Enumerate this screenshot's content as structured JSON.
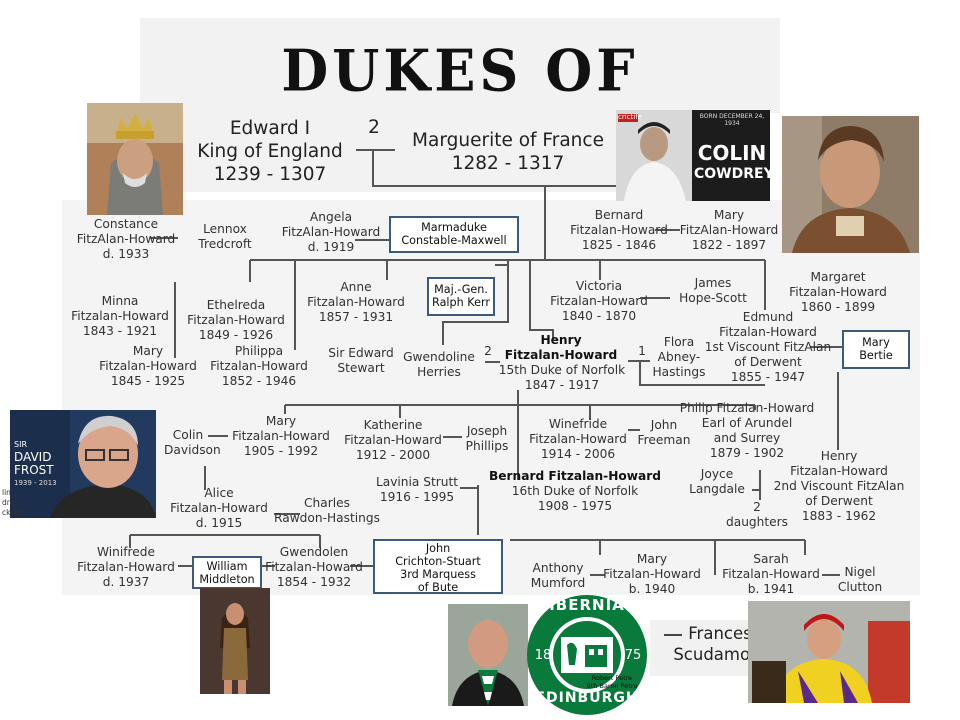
{
  "title": "DUKES OF NORFOLK",
  "edward": {
    "line1": "Edward I",
    "line2": "King of England",
    "line3": "1239 - 1307"
  },
  "marriage_num_top": "2",
  "marguerite": {
    "line1": "Marguerite of France",
    "line2": "1282 - 1317"
  },
  "people": {
    "constance": "Constance\nFitzAlan-Howard\nd. 1933",
    "lennox": "Lennox\nTredcroft",
    "angela": "Angela\nFitzAlan-Howard\nd. 1919",
    "bernard_top": "Bernard\nFitzalan-Howard\n1825 - 1846",
    "mary_1822": "Mary\nFitzAlan-Howard\n1822 - 1897",
    "minna": "Minna\nFitzalan-Howard\n1843 - 1921",
    "ethelreda": "Ethelreda\nFitzalan-Howard\n1849 - 1926",
    "anne": "Anne\nFitzalan-Howard\n1857 - 1931",
    "victoria": "Victoria\nFitzalan-Howard\n1840 - 1870",
    "james": "James\nHope-Scott",
    "margaret": "Margaret\nFitzalan-Howard\n1860 - 1899",
    "mary_1845": "Mary\nFitzalan-Howard\n1845 - 1925",
    "philippa": "Philippa\nFitzalan-Howard\n1852 - 1946",
    "edward_stewart": "Sir Edward\nStewart",
    "gwendoline": "Gwendoline\nHerries",
    "marriage_num_henry": "2",
    "henry_name": "Henry\nFitzalan-Howard",
    "henry_rest": "15th Duke of Norfolk\n1847 - 1917",
    "marriage_num_flora": "1",
    "flora": "Flora\nAbney-\nHastings",
    "edmund": "Edmund\nFitzalan-Howard\n1st Viscount FitzAlan\nof Derwent\n1855 - 1947",
    "colin_davidson": "Colin\nDavidson",
    "mary_1905": "Mary\nFitzalan-Howard\n1905 - 1992",
    "katherine": "Katherine\nFitzalan-Howard\n1912 - 2000",
    "joseph": "Joseph\nPhillips",
    "winefride": "Winefride\nFitzalan-Howard\n1914 - 2006",
    "john_freeman": "John\nFreeman",
    "philip": "Philip Fitzalan-Howard\nEarl of Arundel\nand Surrey\n1879 - 1902",
    "henry_2nd": "Henry\nFitzalan-Howard\n2nd Viscount FitzAlan\nof Derwent\n1883 - 1962",
    "lavinia": "Lavinia Strutt\n1916 - 1995",
    "bernard16_name": "Bernard Fitzalan-Howard",
    "bernard16_rest": "16th Duke of Norfolk\n1908 - 1975",
    "joyce": "Joyce\nLangdale",
    "daughters": "2\ndaughters",
    "alice": "Alice\nFitzalan-Howard\nd. 1915",
    "charles": "Charles\nRawdon-Hastings",
    "winifrede": "Winifrede\nFitzalan-Howard\nd. 1937",
    "gwendolen": "Gwendolen\nFitzalan-Howard\n1854 - 1932",
    "anthony": "Anthony\nMumford",
    "mary_1940": "Mary\nFitzalan-Howard\nb. 1940",
    "sarah": "Sarah\nFitzalan-Howard\nb. 1941",
    "nigel": "Nigel\nClutton"
  },
  "boxes": {
    "marmaduke": "Marmaduke\nConstable-Maxwell",
    "ralph": "Maj.-Gen.\nRalph Kerr",
    "mary_bertie": "Mary\nBertie",
    "william": "William\nMiddleton",
    "john_bute": "John\nCrichton-Stuart\n3rd Marquess\nof Bute"
  },
  "photos": {
    "cowdrey_small": "crictife",
    "cowdrey_born": "BORN DECEMBER 24, 1934",
    "cowdrey_name1": "COLIN",
    "cowdrey_name2": "COWDREY",
    "frost_sir": "SIR",
    "frost_name1": "DAVID",
    "frost_name2": "FROST",
    "frost_years": "1939 - 2013",
    "frost_caption": "lin\ndrey\ncketer)"
  },
  "hibernian": {
    "top": "HIBERNIAN",
    "bottom": "EDINBURGH",
    "year_left": "18",
    "year_right": "75",
    "caption": "Robert Petre\n9th Baron Petre"
  },
  "frances": "Frances\nScudamore",
  "colors": {
    "box_border": "#3d5a78",
    "hibs_green": "#0a7a3c",
    "line": "#555555"
  }
}
